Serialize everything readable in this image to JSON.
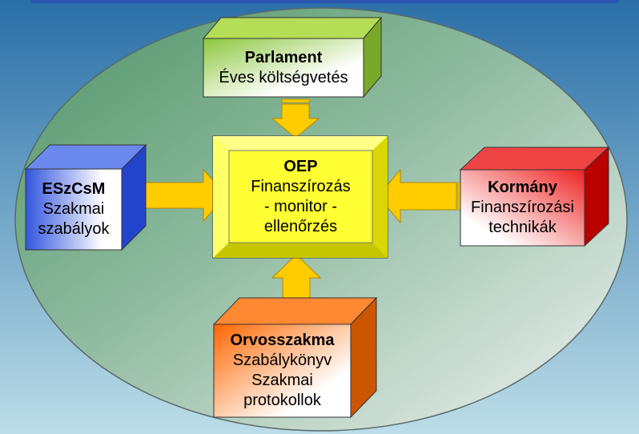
{
  "nodes": {
    "parlament": {
      "title": "Parlament",
      "lines": [
        "Éves költségvetés"
      ],
      "color": "#8cc63f"
    },
    "oep": {
      "title": "OEP",
      "lines": [
        "Finanszírozás",
        "- monitor -",
        "ellenőrzés"
      ],
      "color": "#ffff33"
    },
    "eszcsm": {
      "title": "ESzCsM",
      "lines": [
        "Szakmai",
        "szabályok"
      ],
      "color": "#3355dd"
    },
    "kormany": {
      "title": "Kormány",
      "lines": [
        "Finanszírozási",
        "technikák"
      ],
      "color": "#dd1111"
    },
    "orvosszakma": {
      "title": "Orvosszakma",
      "lines": [
        "Szabálykönyv",
        "Szakmai",
        "protokollok"
      ],
      "color": "#ff7722"
    }
  },
  "connections": [
    {
      "from": "parlament",
      "to": "oep",
      "color": "#ffcc00"
    },
    {
      "from": "eszcsm",
      "to": "oep",
      "color": "#ffcc00"
    },
    {
      "from": "kormany",
      "to": "oep",
      "color": "#ffcc00"
    },
    {
      "from": "orvosszakma",
      "to": "oep",
      "color": "#ffcc00"
    }
  ],
  "colors": {
    "top_bar": "#2b56b0",
    "sky_top": "#2a6fa8",
    "sky_bottom": "#bcdde8",
    "ellipse_green": "#5a9e6e",
    "ellipse_light": "#e8ecec"
  }
}
